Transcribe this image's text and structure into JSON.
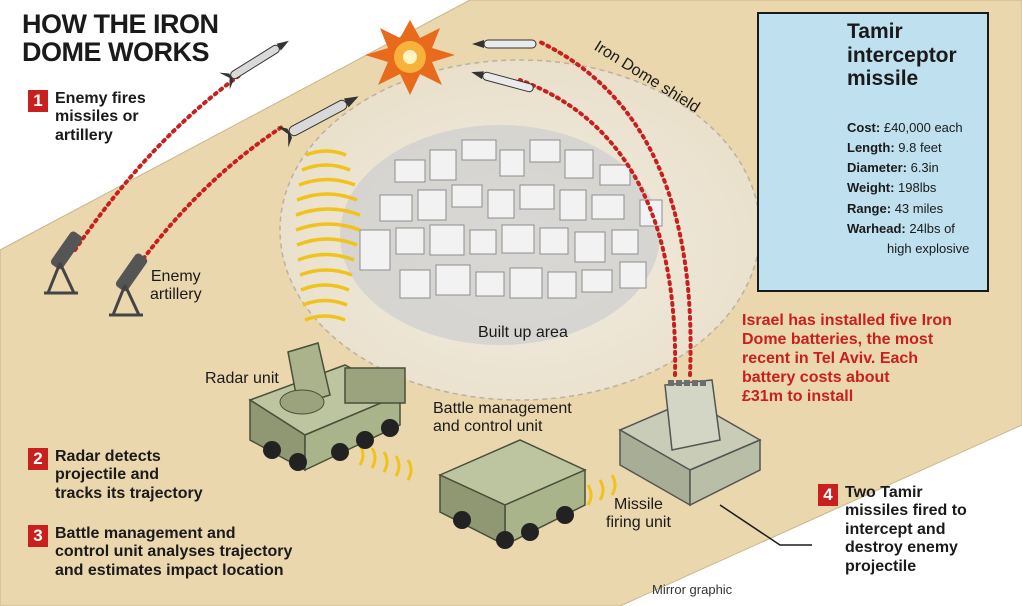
{
  "title": {
    "line1": "HOW THE IRON",
    "line2": "DOME WORKS"
  },
  "steps": [
    {
      "number": "1",
      "lines": [
        "Enemy fires",
        "missiles or",
        "artillery"
      ]
    },
    {
      "number": "2",
      "lines": [
        "Radar detects",
        "projectile and",
        "tracks its trajectory"
      ]
    },
    {
      "number": "3",
      "lines": [
        "Battle management and",
        "control unit analyses trajectory",
        "and estimates impact location"
      ]
    },
    {
      "number": "4",
      "lines": [
        "Two Tamir",
        "missiles fired to",
        "intercept and",
        "destroy enemy",
        "projectile"
      ]
    }
  ],
  "labels": {
    "enemy_artillery": [
      "Enemy",
      "artillery"
    ],
    "shield": "Iron Dome shield",
    "built_up_area": "Built up area",
    "radar_unit": "Radar unit",
    "battle_unit": [
      "Battle management",
      "and control unit"
    ],
    "missile_unit": [
      "Missile",
      "firing unit"
    ]
  },
  "panel": {
    "title": [
      "Tamir",
      "interceptor",
      "missile"
    ],
    "specs": [
      {
        "key": "Cost:",
        "value": "£40,000 each"
      },
      {
        "key": "Length:",
        "value": "9.8 feet"
      },
      {
        "key": "Diameter:",
        "value": "6.3in"
      },
      {
        "key": "Weight:",
        "value": "198lbs"
      },
      {
        "key": "Range:",
        "value": "43 miles"
      },
      {
        "key": "Warhead:",
        "value": "24lbs of"
      },
      {
        "key": "",
        "value": "high explosive"
      }
    ]
  },
  "note": [
    "Israel has installed five Iron",
    "Dome batteries, the most",
    "recent in Tel Aviv. Each",
    "battery costs about",
    "£31m to install"
  ],
  "credit": "Mirror graphic",
  "colors": {
    "ground": "#ead7ad",
    "accent_red": "#c8201e",
    "vehicle": "#a9b48b",
    "panel_bg": "#bfe0ee"
  }
}
